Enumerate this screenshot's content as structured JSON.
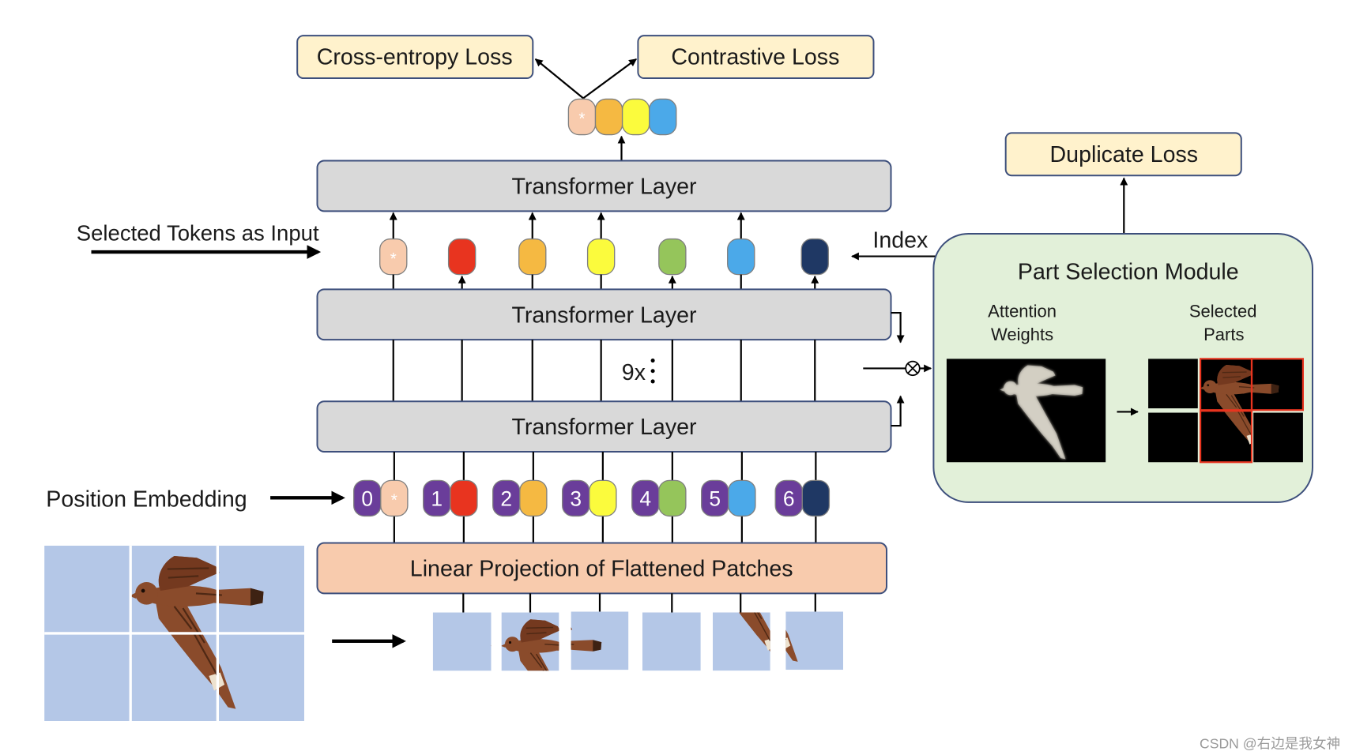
{
  "losses": {
    "cross_entropy": "Cross-entropy Loss",
    "contrastive": "Contrastive Loss",
    "duplicate": "Duplicate Loss"
  },
  "layers": {
    "transformer_top": "Transformer Layer",
    "transformer_middle": "Transformer Layer",
    "transformer_bottom": "Transformer Layer",
    "repeat": "9x",
    "linear_projection": "Linear Projection of Flattened Patches"
  },
  "labels": {
    "selected_tokens": "Selected Tokens as Input",
    "index": "Index",
    "position_embedding": "Position Embedding"
  },
  "tokens": {
    "cls_marker": "*",
    "positions": [
      "0",
      "1",
      "2",
      "3",
      "4",
      "5",
      "6"
    ]
  },
  "part_selection": {
    "title": "Part Selection Module",
    "attention_label": [
      "Attention",
      "Weights"
    ],
    "selected_label": [
      "Selected",
      "Parts"
    ]
  },
  "watermark": "CSDN @右边是我女神",
  "icons": {
    "combine": "circled-times-icon",
    "connector": "arrow-icon",
    "input_image": "bird-photo",
    "attention_map": "bird-attention-heatmap"
  },
  "colors": {
    "loss_box": "#FFF2CC",
    "transformer_layer": "#D9D9D9",
    "linear_projection": "#F8CBAD",
    "module_background": "#E2F0D9",
    "outline": "#3D4F7C",
    "sky": "#B4C7E7",
    "black": "#000000",
    "token_cls": "#F8CBAD",
    "token_red": "#E8341F",
    "token_orange": "#F5B942",
    "token_yellow": "#FBFB3D",
    "token_green": "#95C55B",
    "token_blue": "#4BA9E9",
    "token_navy": "#1F3864",
    "token_position": "#6A3D9A",
    "selection_border": "#E8341F"
  }
}
